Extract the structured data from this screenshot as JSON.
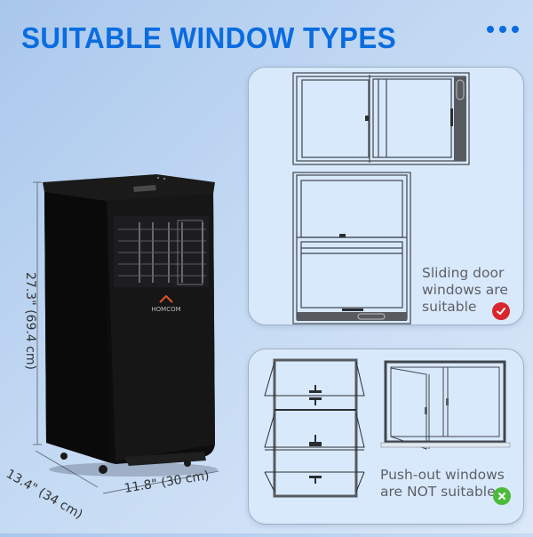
{
  "header": {
    "title": "SUITABLE WINDOW TYPES",
    "more_icon": "three-dots-icon"
  },
  "product": {
    "brand_logo": "HOMCOM",
    "dimensions": {
      "height": "27.3\" (69.4 cm)",
      "depth": "13.4\" (34 cm)",
      "width": "11.8\" (30 cm)"
    }
  },
  "cards": {
    "suitable": {
      "caption_line1": "Sliding door",
      "caption_line2": "windows are",
      "caption_line3": "suitable",
      "badge_icon": "check-icon",
      "badge_color": "#d8262c",
      "illustrations": [
        "horizontal-sliding-window",
        "vertical-sliding-sash-window"
      ]
    },
    "unsuitable": {
      "caption_line1": "Push-out windows",
      "caption_line2": "are NOT suitable",
      "badge_icon": "cross-icon",
      "badge_color": "#4cbb3a",
      "illustrations": [
        "awning-push-out-window",
        "casement-push-out-window"
      ]
    }
  },
  "colors": {
    "accent": "#0a6ce0",
    "card_bg": "#d9e9fc",
    "caption_text": "#5d6066",
    "frame_line": "#3e454c",
    "frame_dark_fill": "#575b5f"
  }
}
